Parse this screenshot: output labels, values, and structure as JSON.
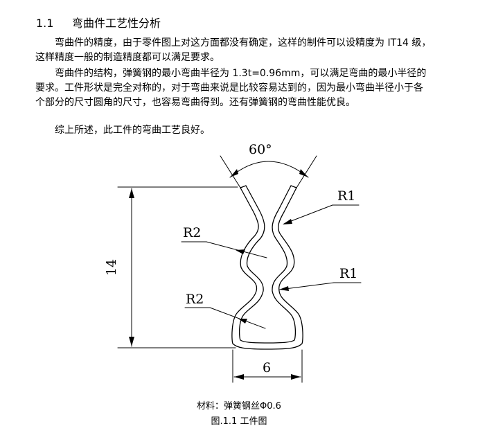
{
  "section": {
    "number": "1.1",
    "title": "弯曲件工艺性分析"
  },
  "paragraphs": [
    "弯曲件的精度，由于零件图上对这方面都没有确定，这样的制件可以设精度为 IT14 级，这样精度一般的制造精度都可以满足要求。",
    "弯曲件的结构，弹簧钢的最小弯曲半径为 1.3t=0.96mm，可以满足弯曲的最小半径的要求。工件形状是完全对称的，对于弯曲来说是比较容易达到的，因为最小弯曲半径小于各个部分的尺寸圆角的尺寸，也容易弯曲得到。还有弹簧钢的弯曲性能优良。",
    "综上所述，此工件的弯曲工艺良好。"
  ],
  "figure": {
    "angle_label": "60°",
    "height_label": "14",
    "width_label": "6",
    "radius_labels": [
      "R1",
      "R2",
      "R1",
      "R2"
    ],
    "material": "材料：弹簧钢丝Φ0.6",
    "caption": "图.1.1 工件图"
  }
}
